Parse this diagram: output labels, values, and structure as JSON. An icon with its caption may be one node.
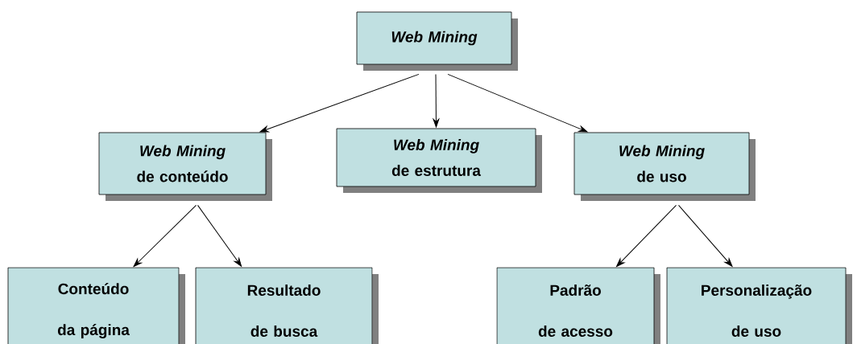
{
  "diagram": {
    "nodes": [
      {
        "text": [
          "Web Mining"
        ]
      },
      {
        "text": [
          "Web Mining",
          "de conteúdo"
        ]
      },
      {
        "text": [
          "Web Mining",
          "de estrutura"
        ]
      },
      {
        "text": [
          "Web Mining",
          "de uso"
        ]
      },
      {
        "text": [
          "Conteúdo da página"
        ]
      },
      {
        "text": [
          "Resultado de busca"
        ]
      },
      {
        "text": [
          "Padrão de acesso"
        ]
      },
      {
        "text": [
          "Personalização de uso"
        ]
      }
    ],
    "edges": [
      {
        "from": 0,
        "to": 1,
        "arrow": "to"
      },
      {
        "from": 0,
        "to": 2,
        "arrow": "to"
      },
      {
        "from": 0,
        "to": 3,
        "arrow": "to"
      },
      {
        "from": 1,
        "to": 4,
        "arrow": "to"
      },
      {
        "from": 1,
        "to": 5,
        "arrow": "to"
      },
      {
        "from": 3,
        "to": 6,
        "arrow": "to"
      },
      {
        "from": 3,
        "to": 7,
        "arrow": "to"
      }
    ]
  }
}
